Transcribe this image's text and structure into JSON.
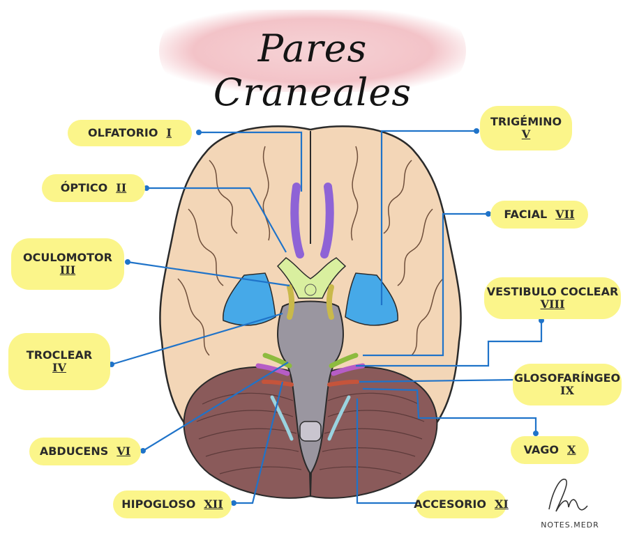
{
  "title": "Pares Craneales",
  "nerves": [
    {
      "id": "olfatorio",
      "name": "OLFATORIO",
      "numeral": "I"
    },
    {
      "id": "optico",
      "name": "ÓPTICO",
      "numeral": "II"
    },
    {
      "id": "oculomotor",
      "name": "OCULOMOTOR",
      "numeral": "III"
    },
    {
      "id": "troclear",
      "name": "TROCLEAR",
      "numeral": "IV"
    },
    {
      "id": "abducens",
      "name": "ABDUCENS",
      "numeral": "VI"
    },
    {
      "id": "hipogloso",
      "name": "HIPOGLOSO",
      "numeral": "XII"
    },
    {
      "id": "trigemino",
      "name": "TRIGÉMINO",
      "numeral": "V"
    },
    {
      "id": "facial",
      "name": "FACIAL",
      "numeral": "VII"
    },
    {
      "id": "vestibulococlear",
      "name": "VESTIBULO COCLEAR",
      "numeral": "VIII"
    },
    {
      "id": "glosofaringeo",
      "name": "GLOSOFARÍNGEO",
      "numeral": "IX"
    },
    {
      "id": "vago",
      "name": "VAGO",
      "numeral": "X"
    },
    {
      "id": "accesorio",
      "name": "ACCESORIO",
      "numeral": "XI"
    }
  ],
  "signature": "NOTES.MEDR",
  "colors": {
    "label_bg": "#fbf58a",
    "line": "#1f73c9",
    "cortex": "#f3d6b7",
    "cerebellum": "#8a5a5a",
    "brainstem": "#9a96a0",
    "olfactory": "#8e63d6",
    "optic_chiasm": "#d9ef9f",
    "trigeminal": "#46a9e8"
  }
}
